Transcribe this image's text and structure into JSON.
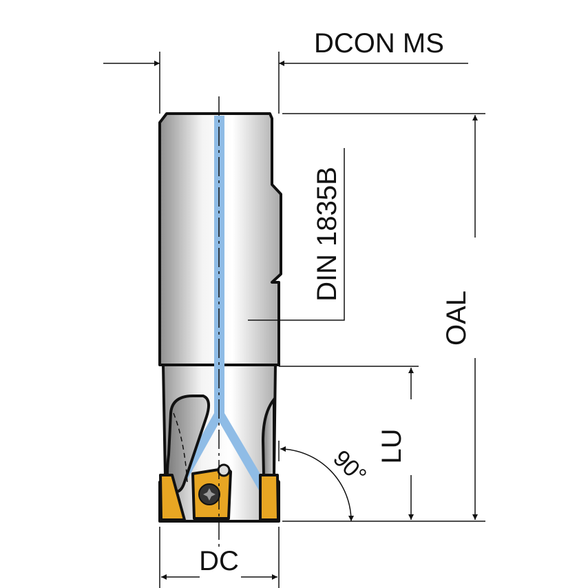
{
  "labels": {
    "dcon": "DCON MS",
    "din": "DIN 1835B",
    "oal": "OAL",
    "lu": "LU",
    "angle": "90°",
    "dc": "DC"
  },
  "colors": {
    "insert": "#E8A623",
    "coolant": "#8FBCE6",
    "body_light": "#F2F2F2",
    "body_dark": "#9A9A9A",
    "line": "#111111"
  }
}
